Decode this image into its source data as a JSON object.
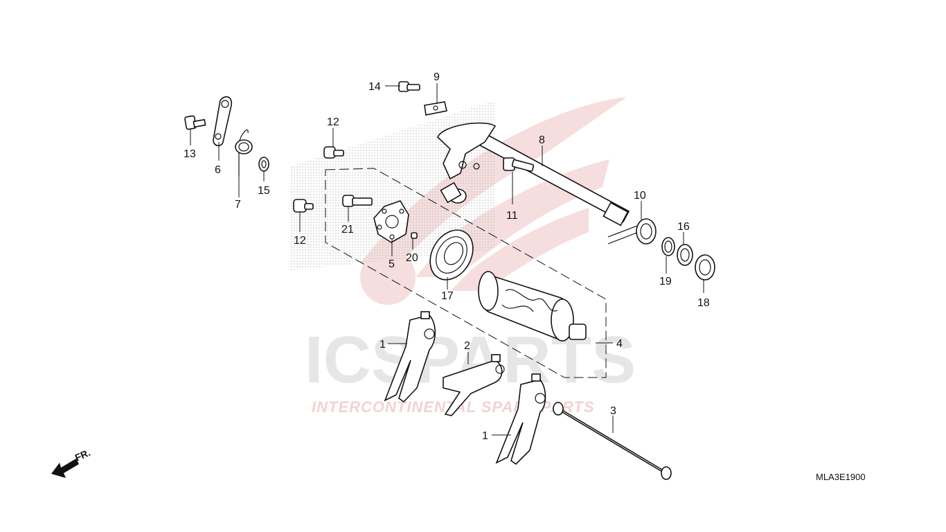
{
  "diagram_code": "MLA3E1900",
  "direction_label": "FR.",
  "watermark": {
    "brand": "ICSPARTS",
    "tagline": "INTERCONTINENTAL SPARE PARTS"
  },
  "callouts": [
    {
      "id": "c1a",
      "label": "1"
    },
    {
      "id": "c1b",
      "label": "1"
    },
    {
      "id": "c2",
      "label": "2"
    },
    {
      "id": "c3",
      "label": "3"
    },
    {
      "id": "c4",
      "label": "4"
    },
    {
      "id": "c5",
      "label": "5"
    },
    {
      "id": "c6",
      "label": "6"
    },
    {
      "id": "c7",
      "label": "7"
    },
    {
      "id": "c8",
      "label": "8"
    },
    {
      "id": "c9",
      "label": "9"
    },
    {
      "id": "c10",
      "label": "10"
    },
    {
      "id": "c11",
      "label": "11"
    },
    {
      "id": "c12a",
      "label": "12"
    },
    {
      "id": "c12b",
      "label": "12"
    },
    {
      "id": "c13",
      "label": "13"
    },
    {
      "id": "c14",
      "label": "14"
    },
    {
      "id": "c15",
      "label": "15"
    },
    {
      "id": "c16",
      "label": "16"
    },
    {
      "id": "c17",
      "label": "17"
    },
    {
      "id": "c18",
      "label": "18"
    },
    {
      "id": "c19",
      "label": "19"
    },
    {
      "id": "c20",
      "label": "20"
    },
    {
      "id": "c21",
      "label": "21"
    }
  ]
}
